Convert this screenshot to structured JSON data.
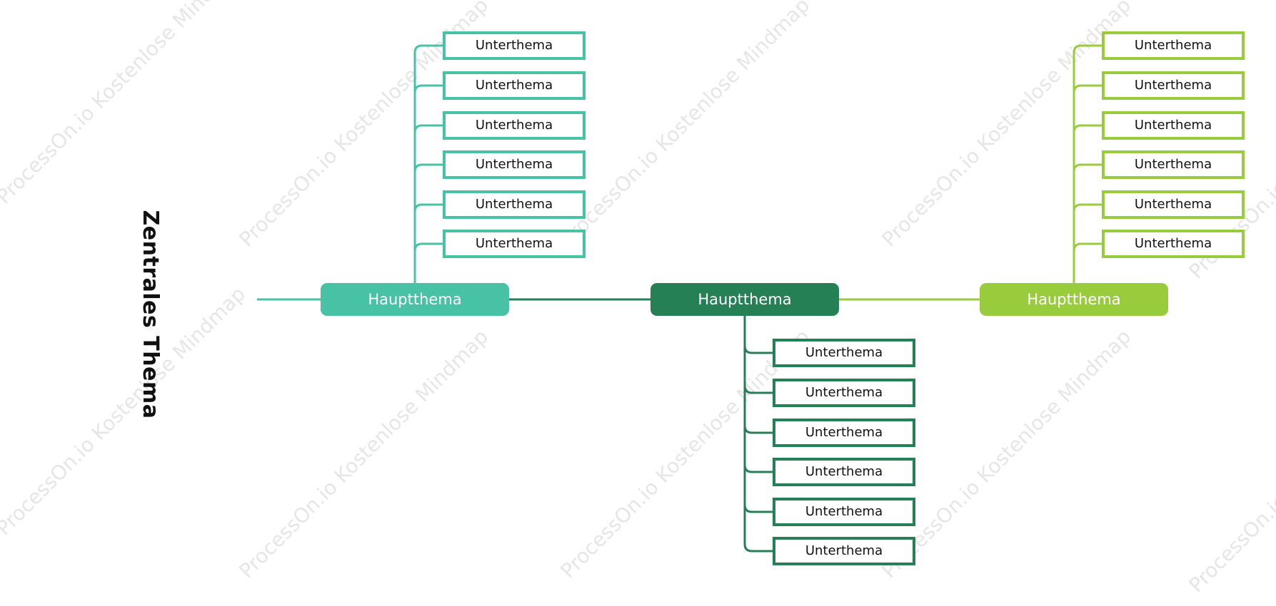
{
  "watermark_text": "ProcessOn.io Kostenlose Mindmap",
  "central_topic": "Zentrales Thema",
  "branches": [
    {
      "label": "Hauptthema",
      "color": "#48c2a5",
      "subtopics": [
        "Unterthema",
        "Unterthema",
        "Unterthema",
        "Unterthema",
        "Unterthema",
        "Unterthema"
      ]
    },
    {
      "label": "Hauptthema",
      "color": "#258055",
      "subtopics": [
        "Unterthema",
        "Unterthema",
        "Unterthema",
        "Unterthema",
        "Unterthema",
        "Unterthema"
      ]
    },
    {
      "label": "Hauptthema",
      "color": "#99cc3d",
      "subtopics": [
        "Unterthema",
        "Unterthema",
        "Unterthema",
        "Unterthema",
        "Unterthema",
        "Unterthema"
      ]
    }
  ]
}
